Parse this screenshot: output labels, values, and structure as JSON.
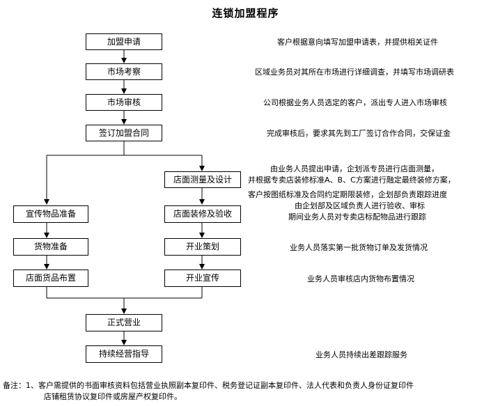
{
  "title": "连锁加盟程序",
  "steps": {
    "apply": "加盟申请",
    "market_survey": "市场考察",
    "market_review": "市场审核",
    "sign_contract": "签订加盟合同",
    "store_design": "店面测量及设计",
    "promo_prep": "宣传物品准备",
    "store_decoration": "店面装修及验收",
    "goods_prep": "货物准备",
    "opening_plan": "开业策划",
    "goods_layout": "店面货品布置",
    "opening_promo": "开业宣传",
    "official_open": "正式营业",
    "ongoing_guidance": "持续经营指导"
  },
  "descriptions": {
    "apply": "客户根据意向填写加盟申请表，并提供相关证件",
    "market_survey": "区域业务员对其所在市场进行详细调查，并填写市场调研表",
    "market_review": "公司根据业务人员选定的客户，派出专人进入市场审核",
    "sign_contract": "完成审核后，要求其先到工厂签订合作合同，交保证金",
    "store_design_1": "由业务人员提出申请，企划派专员进行店面测量，",
    "store_design_2": "并根据专卖店装修标准A、B、C方案进行融定最终装修方案，",
    "decoration_1": "客户按图纸标准及合同约定期限装修，企划部负责跟踪进度",
    "decoration_2": "由企划部及区域负责人进行验收、审标",
    "decoration_3": "期间业务人员对专卖店标配物品进行跟踪",
    "opening_plan": "业务人员落实第一批货物订单及发货情况",
    "opening_promo": "业务人员审核店内货物布置情况",
    "ongoing_guidance": "业务人员持续出差跟踪服务"
  },
  "note": {
    "line1": "备注：1、客户需提供的书面审核资料包括营业执照副本复印件、税务登记证副本复印件、法人代表和负责人身份证复印件",
    "line2": "店铺租赁协议复印件或房屋产权复印件。"
  }
}
